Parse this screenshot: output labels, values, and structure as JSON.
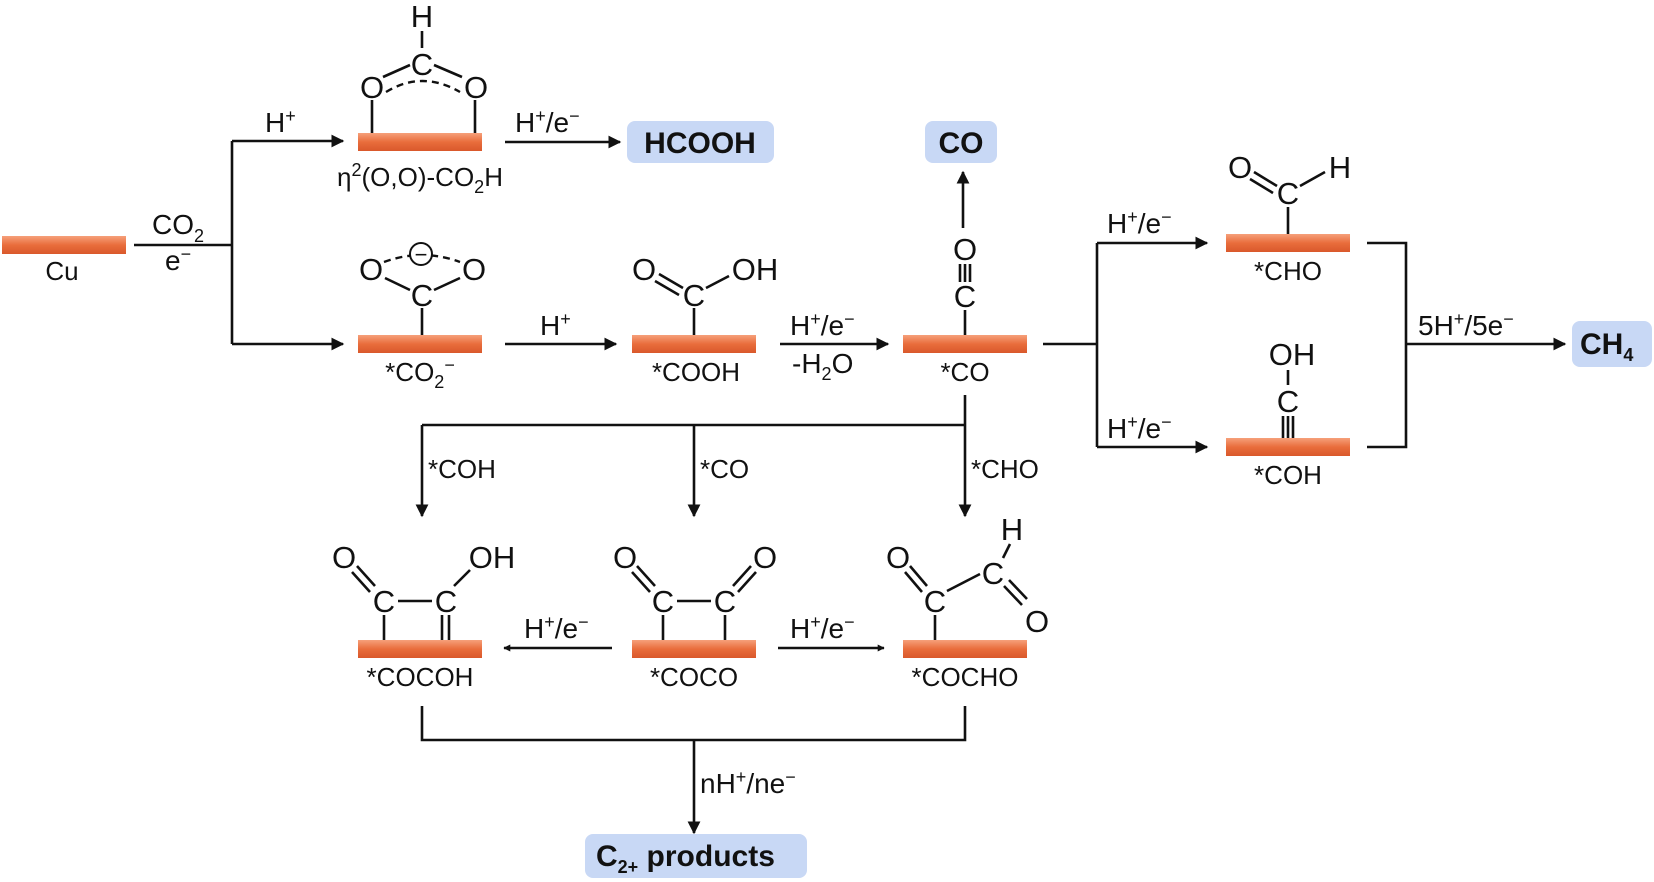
{
  "surface": {
    "label": "Cu",
    "color": "#e96d3c"
  },
  "reagents": {
    "co2": "CO",
    "co2_sub": "2",
    "electron": "e",
    "minus": "−",
    "h_plus": "H",
    "plus": "+",
    "h_plus_e": "/e",
    "minus_h2o": "-H",
    "minus_h2o_sub": "2",
    "minus_h2o_tail": "O",
    "five_h": "5H",
    "five_e": "/5e",
    "n_h": "nH",
    "n_e": "/ne"
  },
  "intermediates": {
    "eta2": {
      "a": "η",
      "sup": "2",
      "b": "(O,O)-CO",
      "sub": "2",
      "c": "H"
    },
    "co2_minus": {
      "a": "*CO",
      "sub": "2",
      "sup": "−"
    },
    "cooh": "*COOH",
    "co": "*CO",
    "cho": "*CHO",
    "coh": "*COH",
    "cocoh": "*COCOH",
    "coco": "*COCO",
    "cocho": "*COCHO",
    "charge": "−"
  },
  "branches": {
    "coh": "*COH",
    "co": "*CO",
    "cho": "*CHO"
  },
  "atoms": {
    "O": "O",
    "C": "C",
    "H": "H",
    "OH": "OH"
  },
  "products": {
    "hcooh": "HCOOH",
    "co": "CO",
    "ch4": {
      "a": "CH",
      "sub": "4"
    },
    "c2": {
      "a": "C",
      "sub": "2+",
      "b": " products"
    }
  },
  "colors": {
    "surface": "#e96d3c",
    "surface_light": "#f6a07a",
    "product_box": "#c8d8f5",
    "line": "#111111"
  }
}
